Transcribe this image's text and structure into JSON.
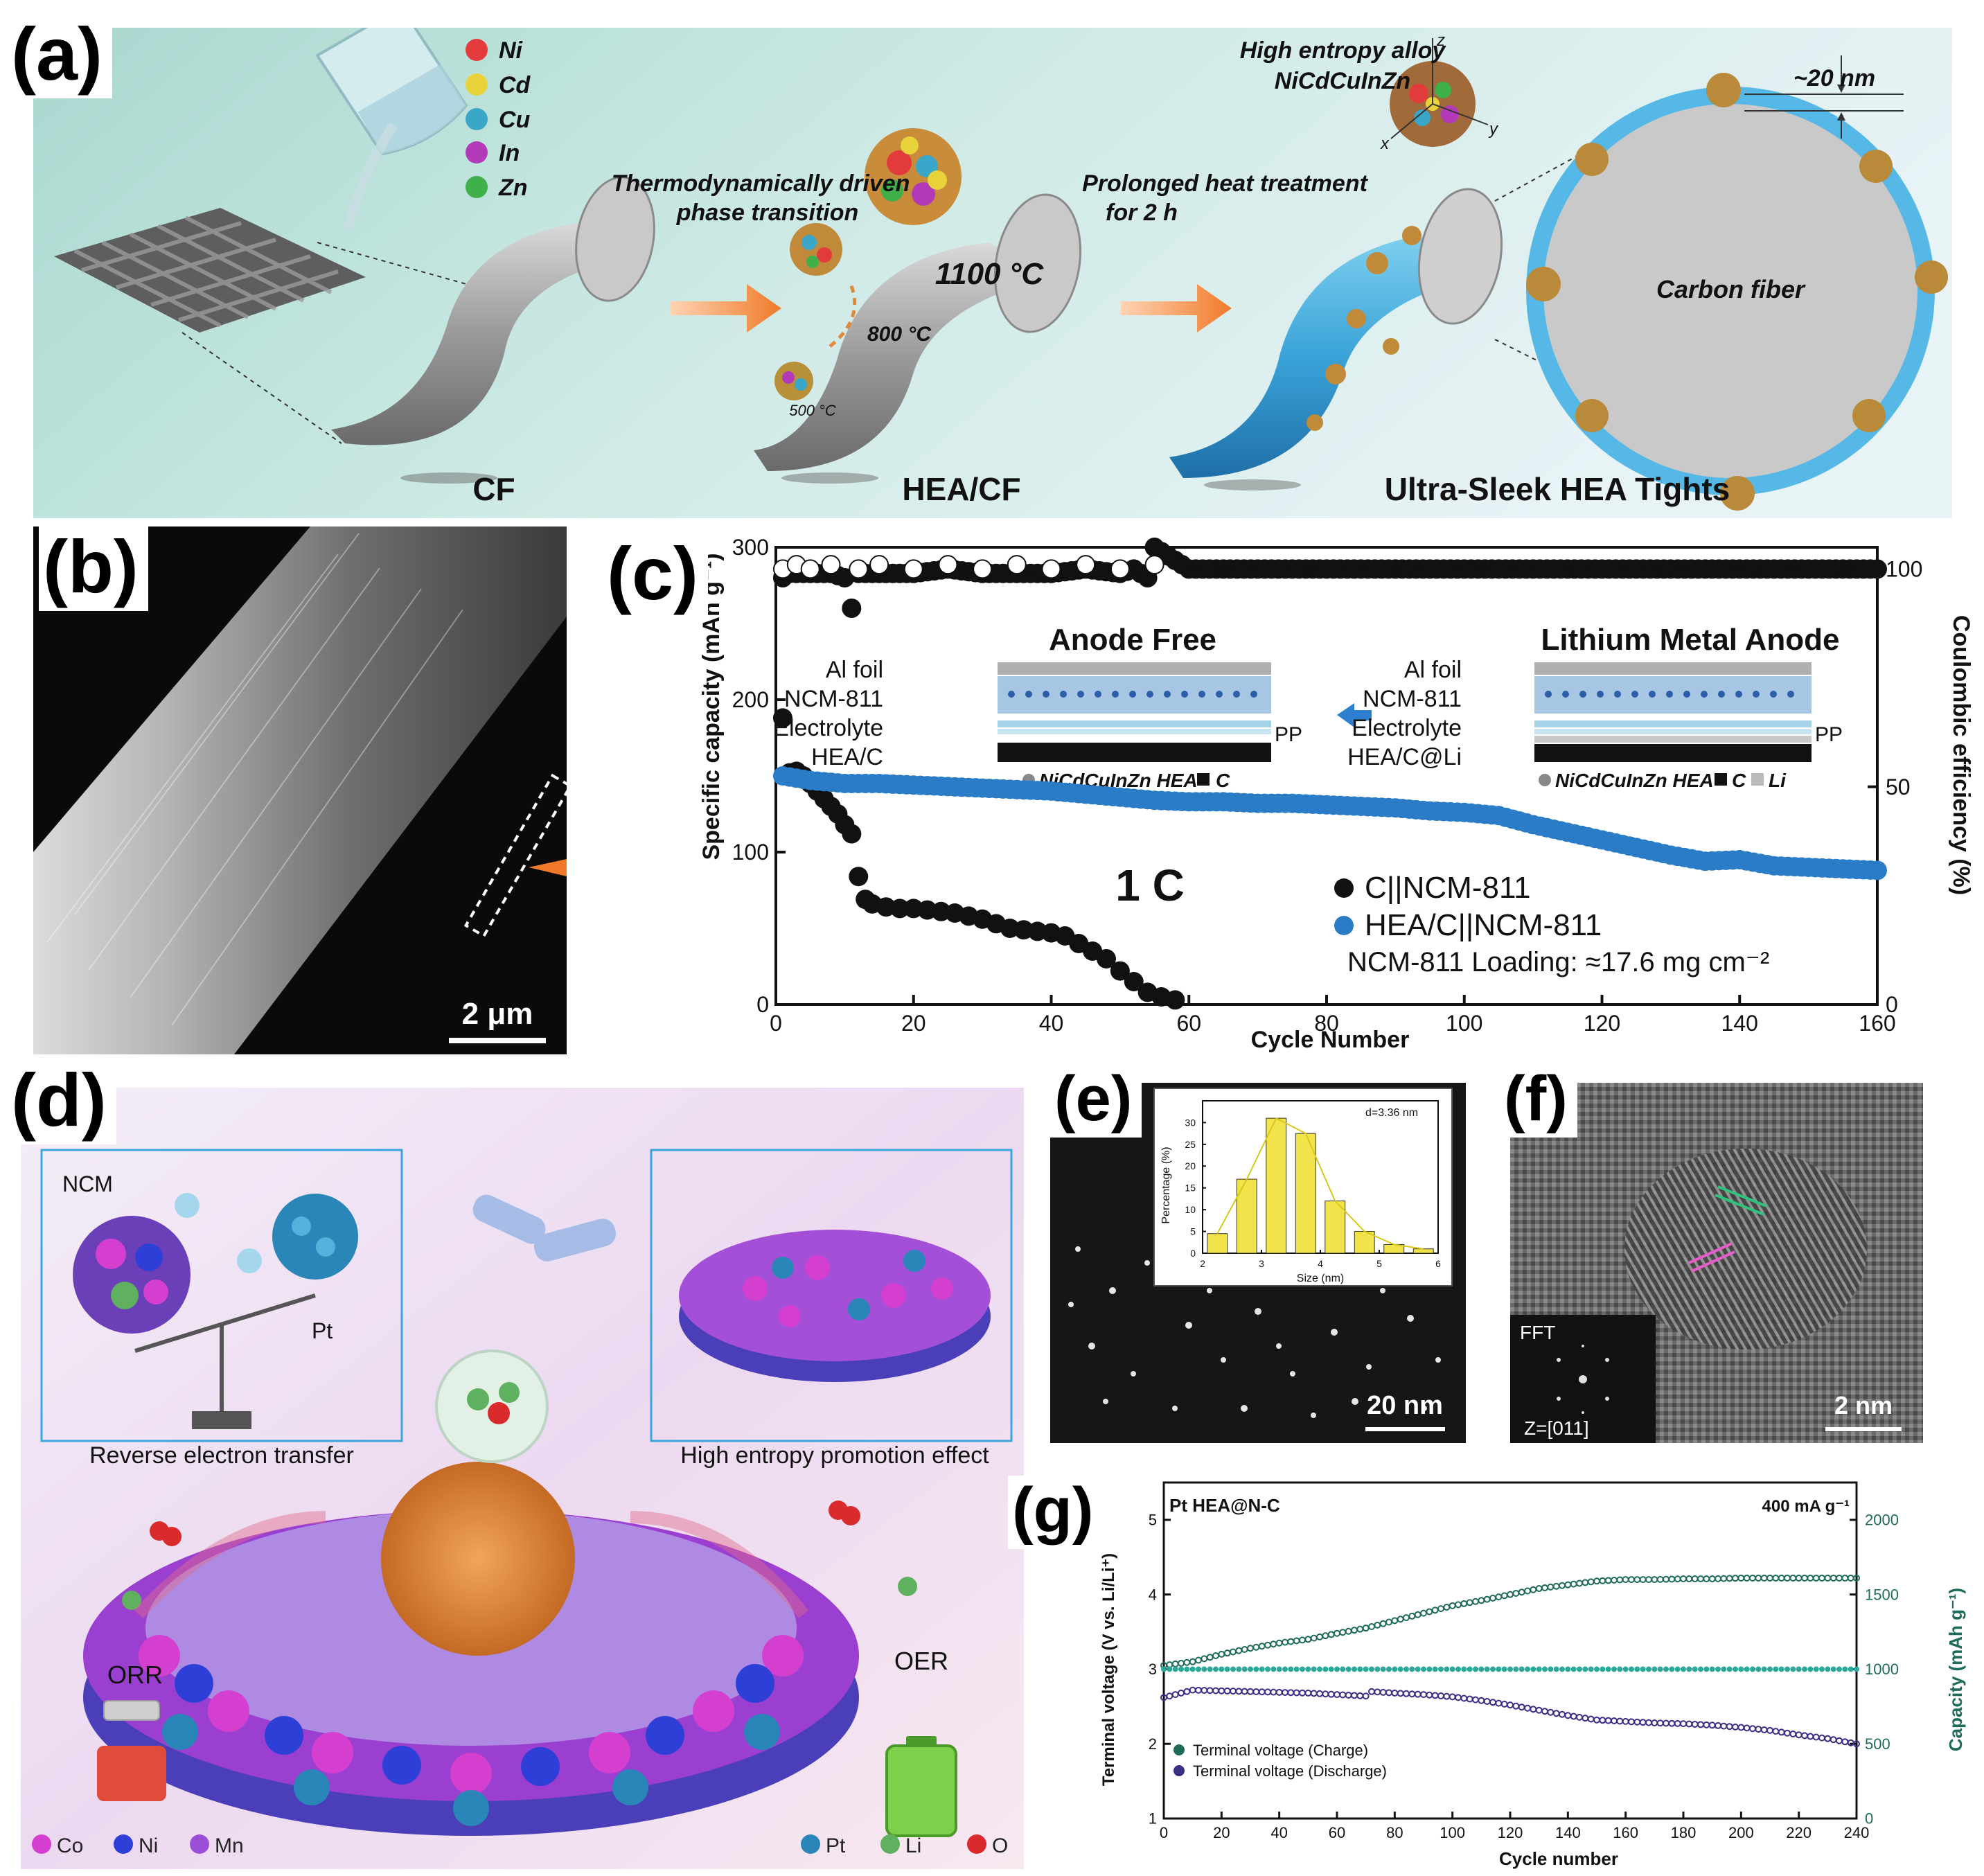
{
  "panel_a": {
    "letter": "(a)",
    "legend": [
      {
        "symbol": "Ni",
        "color": "#e33b3b"
      },
      {
        "symbol": "Cd",
        "color": "#e8d23a"
      },
      {
        "symbol": "Cu",
        "color": "#3aa6c8"
      },
      {
        "symbol": "In",
        "color": "#b23ab8"
      },
      {
        "symbol": "Zn",
        "color": "#3fb04a"
      }
    ],
    "step1_line1": "Thermodynamically driven",
    "step1_line2": "phase transition",
    "temp_high": "1100 °C",
    "temp_mid": "800 °C",
    "temp_low": "500 °C",
    "step2_line1": "Prolonged heat treatment",
    "step2_line2": "for 2 h",
    "hea_line1": "High entropy alloy",
    "hea_line2": "NiCdCuInZn",
    "axis_x": "x",
    "axis_y": "y",
    "axis_z": "z",
    "size_label": "~20 nm",
    "fiber_label": "Carbon fiber",
    "stage_cf": "CF",
    "stage_heacf": "HEA/CF",
    "stage_final": "Ultra-Sleek HEA Tights"
  },
  "panel_b": {
    "letter": "(b)",
    "scale_bar": "2 μm"
  },
  "panel_c": {
    "letter": "(c)",
    "inset_left_title": "Anode Free",
    "inset_left_layers": [
      "Al foil",
      "NCM-811",
      "Electrolyte",
      "HEA/C"
    ],
    "inset_left_pp": "PP",
    "inset_left_legend_hea": "NiCdCuInZn HEA",
    "inset_left_legend_c": "C",
    "inset_right_title": "Lithium Metal Anode",
    "inset_right_layers": [
      "Al foil",
      "NCM-811",
      "Electrolyte",
      "HEA/C@Li"
    ],
    "inset_right_pp": "PP",
    "inset_right_legend_hea": "NiCdCuInZn HEA",
    "inset_right_legend_c": "C",
    "inset_right_legend_li": "Li",
    "rate_label": "1 C",
    "loading_label": "NCM-811 Loading: ≈17.6 mg cm⁻²",
    "colors": {
      "c_series": "#111111",
      "hea_series": "#2a7cc7"
    }
  },
  "panel_d": {
    "letter": "(d)",
    "ncm_label": "NCM",
    "pt_label": "Pt",
    "reverse_label": "Reverse electron transfer",
    "promotion_label": "High entropy promotion effect",
    "orr_label": "ORR",
    "oer_label": "OER",
    "legend": [
      {
        "name": "Co",
        "color": "#d43fd0"
      },
      {
        "name": "Ni",
        "color": "#2d3fd6"
      },
      {
        "name": "Mn",
        "color": "#9b4fd8"
      },
      {
        "name": "Pt",
        "color": "#2a86b8"
      },
      {
        "name": "Li",
        "color": "#5fb05f"
      },
      {
        "name": "O",
        "color": "#d92b2b"
      }
    ]
  },
  "panel_e": {
    "letter": "(e)",
    "scale_bar": "20 nm"
  },
  "panel_f": {
    "letter": "(f)",
    "fft_label": "FFT",
    "zone_label": "Z=[011]",
    "scale_bar": "2 nm"
  },
  "panel_g": {
    "letter": "(g)",
    "sample_label": "Pt HEA@N-C",
    "current_label": "400 mA g⁻¹"
  },
  "chart_data": [
    {
      "id": "c",
      "type": "scatter",
      "xlabel": "Cycle Number",
      "ylabel": "Specific capacity (mAh g⁻¹)",
      "y2label": "Coulombic efficiency (%)",
      "xlim": [
        0,
        160
      ],
      "ylim": [
        0,
        300
      ],
      "y2lim": [
        0,
        105
      ],
      "xticks": [
        0,
        20,
        40,
        60,
        80,
        100,
        120,
        140,
        160
      ],
      "yticks": [
        0,
        100,
        200,
        300
      ],
      "y2ticks": [
        0,
        50,
        100
      ],
      "series": [
        {
          "name": "C||NCM-811",
          "axis": "left",
          "color": "#111111",
          "x": [
            1,
            2,
            3,
            4,
            5,
            6,
            7,
            8,
            9,
            10,
            11,
            12,
            13,
            14,
            16,
            18,
            20,
            22,
            24,
            26,
            28,
            30,
            32,
            34,
            36,
            38,
            40,
            42,
            44,
            46,
            48,
            50,
            52,
            54,
            56,
            58
          ],
          "y": [
            188,
            152,
            153,
            150,
            145,
            140,
            135,
            130,
            125,
            118,
            112,
            84,
            69,
            66,
            64,
            63,
            63,
            62,
            61,
            60,
            58,
            56,
            53,
            50,
            49,
            48,
            47,
            45,
            40,
            35,
            30,
            22,
            15,
            8,
            5,
            3
          ]
        },
        {
          "name": "HEA/C||NCM-811",
          "axis": "left",
          "color": "#2a7cc7",
          "x": [
            1,
            5,
            10,
            15,
            20,
            25,
            30,
            35,
            40,
            45,
            50,
            55,
            60,
            65,
            70,
            75,
            80,
            85,
            90,
            95,
            100,
            105,
            110,
            115,
            120,
            125,
            130,
            135,
            140,
            145,
            150,
            155,
            160
          ],
          "y": [
            150,
            147,
            145,
            145,
            144,
            143,
            142,
            141,
            140,
            138,
            136,
            134,
            133,
            133,
            132,
            132,
            131,
            130,
            129,
            127,
            126,
            124,
            118,
            113,
            108,
            103,
            98,
            94,
            95,
            91,
            90,
            89,
            88
          ]
        },
        {
          "name": "C||NCM-811 CE",
          "axis": "right",
          "color": "#111111",
          "x": [
            1,
            2,
            4,
            6,
            8,
            10,
            11,
            12,
            14,
            16,
            18,
            20,
            25,
            30,
            35,
            40,
            45,
            50,
            52,
            54,
            55,
            60,
            70,
            80,
            90,
            100,
            110,
            120,
            130,
            140,
            150,
            160
          ],
          "y": [
            98,
            99,
            99,
            99,
            99,
            98,
            91,
            99,
            99,
            99,
            99,
            99,
            100,
            99,
            99,
            99,
            100,
            99,
            100,
            98,
            105,
            100,
            100,
            100,
            100,
            100,
            100,
            100,
            100,
            100,
            100,
            100
          ]
        },
        {
          "name": "HEA/C||NCM-811 CE",
          "axis": "right",
          "color": "#777777",
          "x": [
            1,
            3,
            5,
            8,
            12,
            15,
            20,
            25,
            30,
            35,
            40,
            45,
            50,
            55
          ],
          "y": [
            100,
            101,
            100,
            101,
            100,
            101,
            100,
            101,
            100,
            101,
            100,
            101,
            100,
            101
          ]
        }
      ]
    },
    {
      "id": "e_inset",
      "type": "bar",
      "xlabel": "Size (nm)",
      "ylabel": "Percentage (%)",
      "annotation": "d=3.36 nm",
      "xlim": [
        2,
        6
      ],
      "ylim": [
        0,
        35
      ],
      "xticks": [
        2,
        3,
        4,
        5,
        6
      ],
      "yticks": [
        0,
        5,
        10,
        15,
        20,
        25,
        30
      ],
      "x": [
        2.25,
        2.75,
        3.25,
        3.75,
        4.25,
        4.75,
        5.25,
        5.75
      ],
      "values": [
        4.5,
        17,
        31,
        27.5,
        12,
        5,
        2,
        1
      ]
    },
    {
      "id": "g",
      "type": "scatter",
      "xlabel": "Cycle number",
      "ylabel": "Terminal voltage (V vs. Li/Li⁺)",
      "y2label": "Capacity (mAh g⁻¹)",
      "xlim": [
        0,
        240
      ],
      "ylim": [
        1,
        5.5
      ],
      "y2lim": [
        0,
        2250
      ],
      "xticks": [
        0,
        20,
        40,
        60,
        80,
        100,
        120,
        140,
        160,
        180,
        200,
        220,
        240
      ],
      "yticks": [
        1,
        2,
        3,
        4,
        5
      ],
      "y2ticks": [
        0,
        500,
        1000,
        1500,
        2000
      ],
      "series": [
        {
          "name": "Terminal voltage (Charge)",
          "axis": "left",
          "color": "#1f6b5a",
          "x": [
            0,
            10,
            20,
            30,
            40,
            50,
            60,
            70,
            80,
            90,
            100,
            110,
            120,
            130,
            140,
            150,
            160,
            170,
            180,
            190,
            200,
            210,
            220,
            230,
            240
          ],
          "y": [
            3.05,
            3.1,
            3.2,
            3.28,
            3.35,
            3.4,
            3.48,
            3.55,
            3.65,
            3.75,
            3.85,
            3.92,
            4.0,
            4.08,
            4.13,
            4.18,
            4.2,
            4.2,
            4.21,
            4.21,
            4.22,
            4.22,
            4.22,
            4.22,
            4.22
          ]
        },
        {
          "name": "Terminal voltage (Discharge)",
          "axis": "left",
          "color": "#3a2f86",
          "x": [
            0,
            10,
            20,
            30,
            40,
            50,
            60,
            70,
            72,
            80,
            90,
            100,
            110,
            120,
            130,
            140,
            150,
            160,
            170,
            180,
            190,
            200,
            210,
            220,
            230,
            240
          ],
          "y": [
            2.62,
            2.72,
            2.71,
            2.7,
            2.69,
            2.68,
            2.66,
            2.64,
            2.7,
            2.68,
            2.66,
            2.63,
            2.58,
            2.52,
            2.45,
            2.38,
            2.32,
            2.3,
            2.28,
            2.27,
            2.25,
            2.22,
            2.18,
            2.12,
            2.07,
            2.0
          ]
        },
        {
          "name": "Capacity",
          "axis": "right",
          "color": "#2aa89a",
          "x": [
            0,
            240
          ],
          "y": [
            1000,
            1000
          ]
        }
      ]
    }
  ]
}
